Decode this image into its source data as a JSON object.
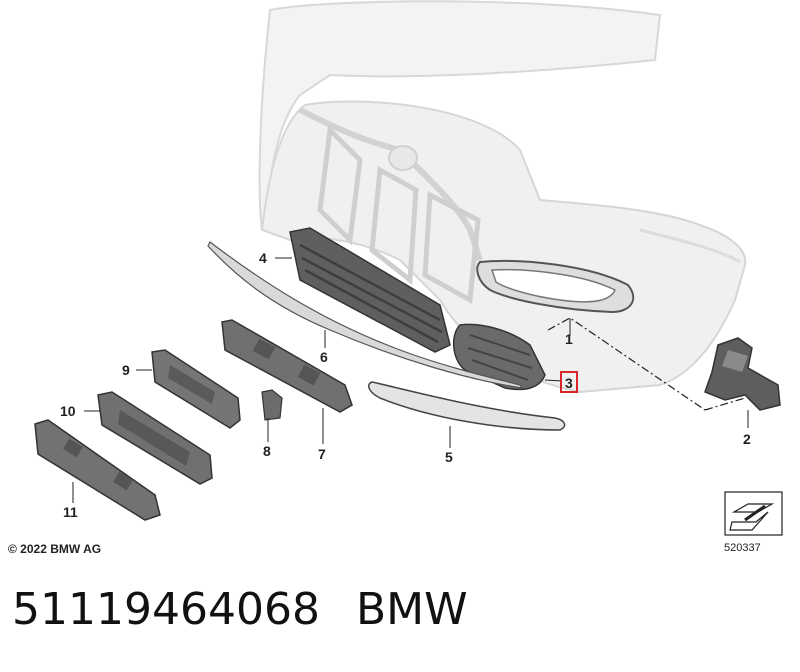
{
  "callouts": [
    {
      "id": "c1",
      "label": "1"
    },
    {
      "id": "c2",
      "label": "2"
    },
    {
      "id": "c3",
      "label": "3",
      "highlighted": true
    },
    {
      "id": "c4",
      "label": "4"
    },
    {
      "id": "c5",
      "label": "5"
    },
    {
      "id": "c6",
      "label": "6"
    },
    {
      "id": "c7",
      "label": "7"
    },
    {
      "id": "c8",
      "label": "8"
    },
    {
      "id": "c9",
      "label": "9"
    },
    {
      "id": "c10",
      "label": "10"
    },
    {
      "id": "c11",
      "label": "11"
    }
  ],
  "copyright": "© 2022 BMW AG",
  "diagram_number": "520337",
  "part_number": "51119464068",
  "brand": "BMW",
  "colors": {
    "highlight": "#d9262b",
    "bumper_fill": "#efefef",
    "part_fill": "#6e6e6e",
    "trim_fill": "#dcdcdc"
  }
}
